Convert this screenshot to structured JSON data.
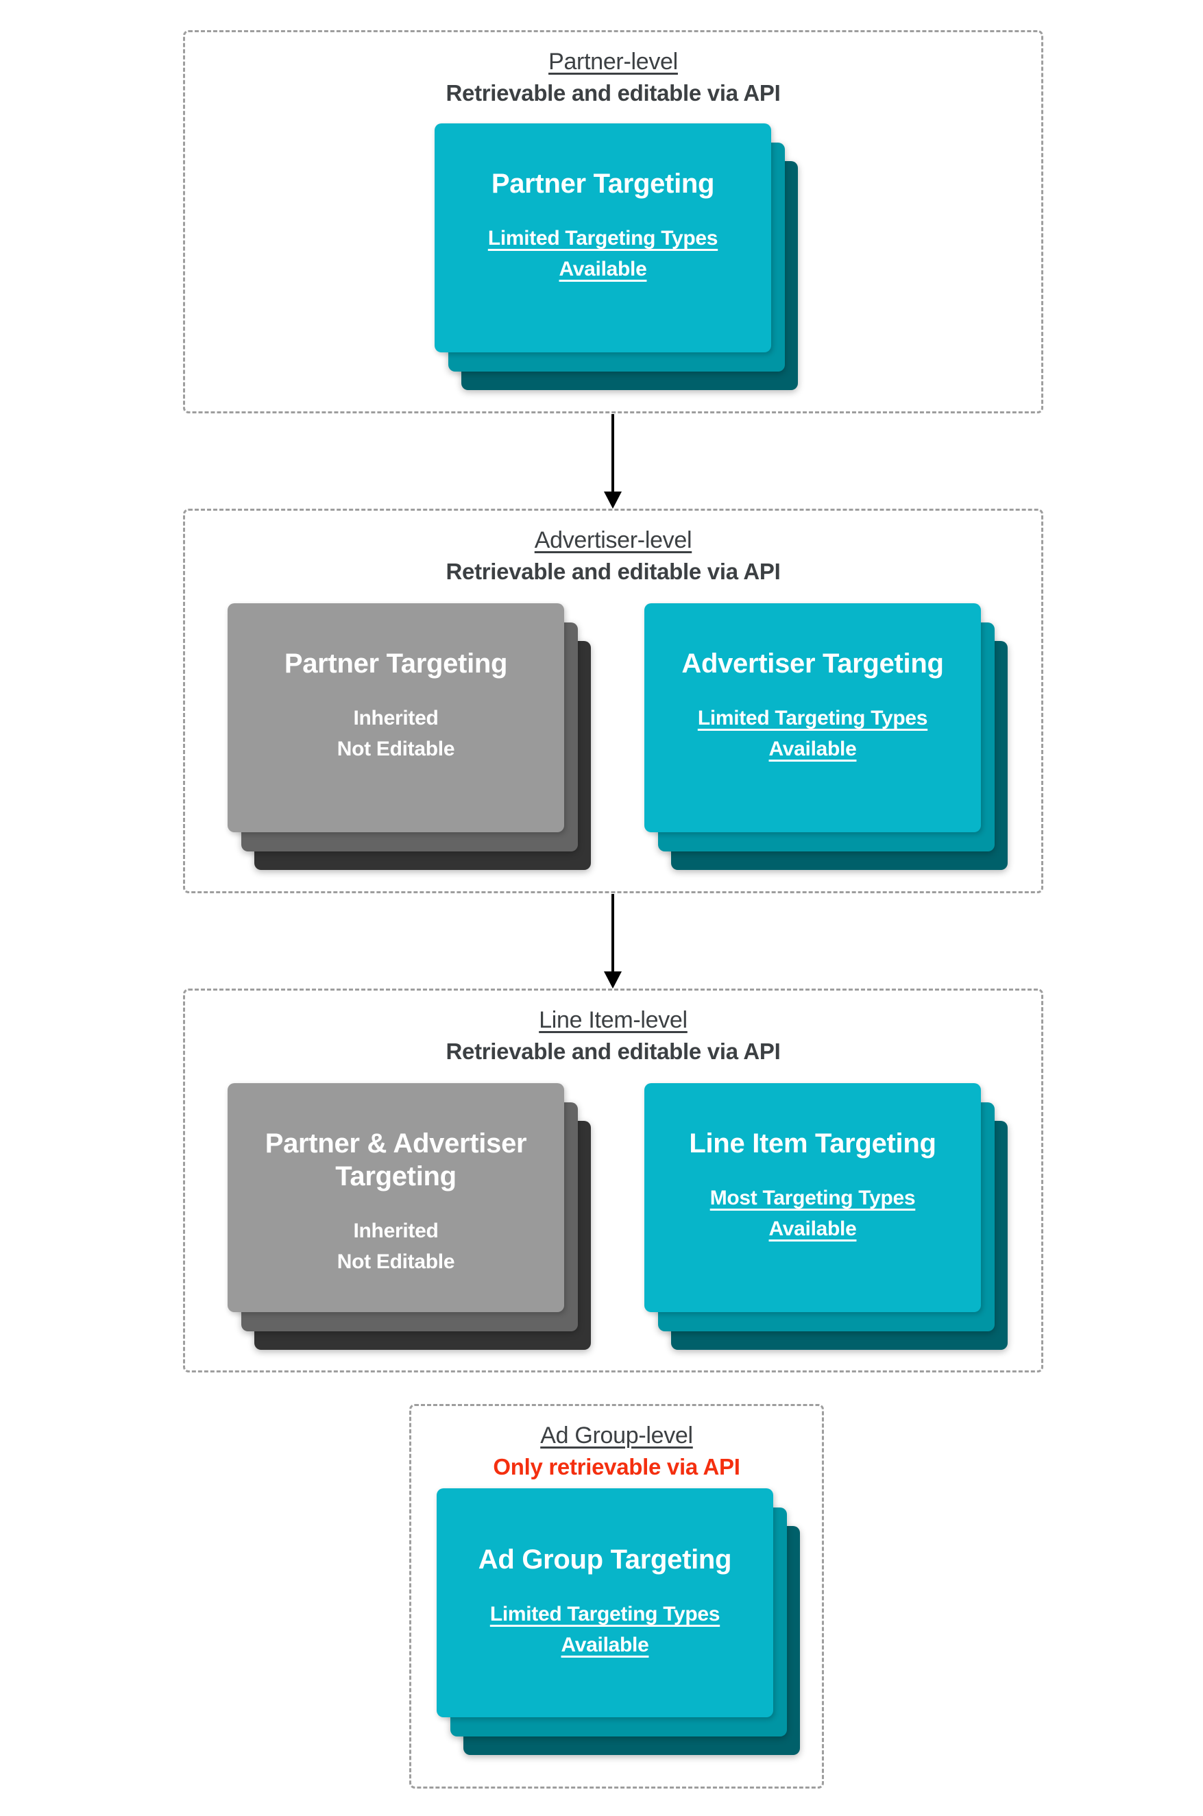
{
  "colors": {
    "background": "#ffffff",
    "dashed_border": "#9e9e9e",
    "heading_text": "#3c4043",
    "alert_red": "#f42f0f",
    "card_text": "#ffffff",
    "teal_card_front": "#07b5c9",
    "teal_card_middle": "#0095a4",
    "teal_card_back": "#00606a",
    "gray_card_front": "#9a9a9a",
    "gray_card_middle": "#646464",
    "gray_card_back": "#333333",
    "arrow": "#000000"
  },
  "sections": [
    {
      "title": "Partner-level",
      "subtitle": "Retrievable and editable via API",
      "subtitle_style": "normal",
      "cards": [
        {
          "style": "teal",
          "title_lines": [
            "Partner Targeting"
          ],
          "subtitle_lines": [
            "Limited Targeting Types",
            "Available"
          ],
          "subtitle_underlined": true
        }
      ]
    },
    {
      "title": "Advertiser-level",
      "subtitle": "Retrievable and editable via API",
      "subtitle_style": "normal",
      "cards": [
        {
          "style": "gray",
          "title_lines": [
            "Partner Targeting"
          ],
          "subtitle_lines": [
            "Inherited",
            "Not Editable"
          ],
          "subtitle_underlined": false
        },
        {
          "style": "teal",
          "title_lines": [
            "Advertiser Targeting"
          ],
          "subtitle_lines": [
            "Limited Targeting Types",
            "Available"
          ],
          "subtitle_underlined": true
        }
      ]
    },
    {
      "title": "Line Item-level",
      "subtitle": "Retrievable and editable via API",
      "subtitle_style": "normal",
      "cards": [
        {
          "style": "gray",
          "title_lines": [
            "Partner & Advertiser",
            "Targeting"
          ],
          "subtitle_lines": [
            "Inherited",
            "Not Editable"
          ],
          "subtitle_underlined": false
        },
        {
          "style": "teal",
          "title_lines": [
            "Line Item Targeting"
          ],
          "subtitle_lines": [
            "Most Targeting Types",
            "Available"
          ],
          "subtitle_underlined": true
        }
      ]
    },
    {
      "title": "Ad Group-level",
      "subtitle": "Only retrievable via API",
      "subtitle_style": "alert",
      "cards": [
        {
          "style": "teal",
          "title_lines": [
            "Ad Group Targeting"
          ],
          "subtitle_lines": [
            "Limited Targeting Types",
            "Available"
          ],
          "subtitle_underlined": true
        }
      ]
    }
  ],
  "arrow_count": 2
}
